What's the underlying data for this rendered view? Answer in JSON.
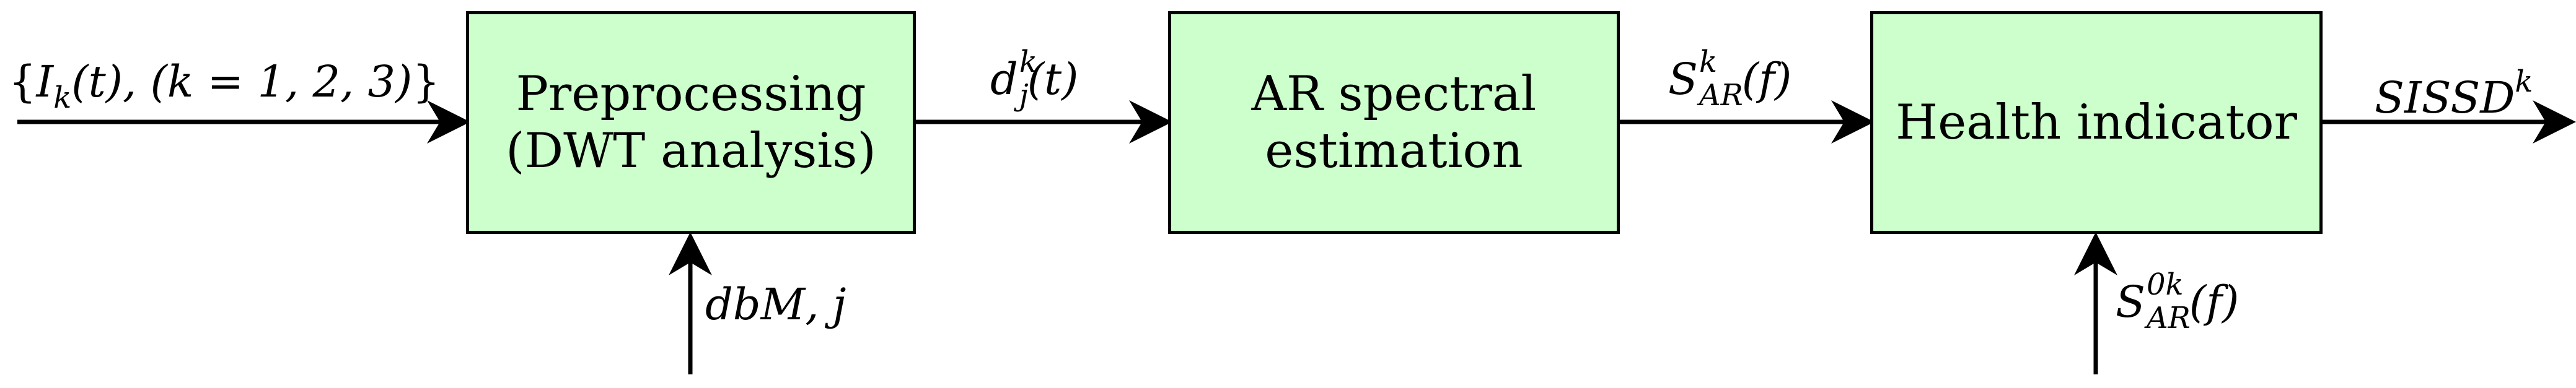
{
  "colors": {
    "box_fill": "#ccffcc",
    "stroke": "#000000"
  },
  "blocks": {
    "preprocessing": {
      "line1": "Preprocessing",
      "line2": "(DWT analysis)"
    },
    "ar_spectral": {
      "line1": "AR spectral",
      "line2": "estimation"
    },
    "health_indicator": {
      "line1": "Health indicator"
    }
  },
  "signals": {
    "input": {
      "open": "{",
      "var": "I",
      "sub": "k",
      "arg": "(t),",
      "cond": "(k = 1, 2, 3)",
      "close": "}"
    },
    "d_jk": {
      "var": "d",
      "sup": "k",
      "sub": "j",
      "arg": "(t)"
    },
    "s_ar_k": {
      "var": "S",
      "sup": "k",
      "sub": "AR",
      "arg": "(f)"
    },
    "output": {
      "var": "SISSD",
      "sup": "k"
    },
    "param_dwt": {
      "text": "dbM, j"
    },
    "reference": {
      "var": "S",
      "sup": "0k",
      "sub": "AR",
      "arg": "(f)"
    }
  }
}
